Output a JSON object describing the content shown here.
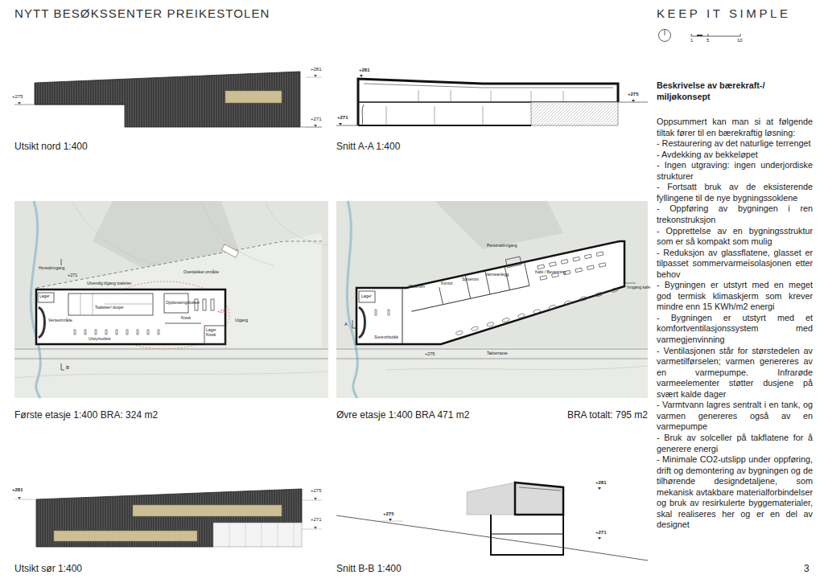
{
  "diagram": {
    "title": "NYTT BESØKSSENTER PREIKESTOLEN",
    "labels": [
      "KEEP IT SIMPLE",
      "1",
      "5",
      "10",
      "+281",
      "+275",
      "+271",
      "Utsikt nord 1:400",
      "+281",
      "+275",
      "+271",
      "Snitt A-A 1:400",
      "Beskrivelse av bærekraft-/ miljøkonsept",
      "Oppsummert kan man si at følgende tiltak fører til en bærekraftig løsning:",
      "- Restaurering av det naturlige terrenget",
      "- Avdekking av bekkeløpet",
      "- Ingen utgraving: ingen underjordiske strukturer",
      "- Fortsatt bruk av de eksisterende fyllingene til de nye bygningssoklene",
      "- Oppføring av bygningen i ren trekonstruksjon",
      "- Opprettelse av en bygningsstruktur som er så kompakt som mulig",
      "- Reduksjon av glassflatene, glasset er tilpasset sommervarmeisolasjonen etter behov",
      "- Bygningen er utstyrt med en meget god termisk klimaskjerm som krever mindre enn 15 KWh/m2 energi",
      "- Bygningen er utstyrt med et komfortventilasjonssystem med varmegjenvinning",
      "- Ventilasjonen står for størstedelen av varmetilførselen; varmen genereres av en varmepumpe. Infrarøde varmeelementer støtter dusjene på svært kalde dager",
      "- Varmtvann lagres sentralt i en tank, og varmen genereres også av en varmepumpe",
      "- Bruk av solceller på takflatene for å generere energi",
      "- Minimale CO2-utslipp under oppføring, drift og demontering av bygningen og de tilhørende designdetaljene, som mekanisk avtakbare materialforbindelser og bruk av resirkulerte byggematerialer, skal realiseres her og er en del av designet",
      "3",
      "Hovedinngang",
      "+271",
      "Overdekket område",
      "Utvendig tilgang toaletter",
      "Lager",
      "Toaletter/ dusjer",
      "Oppbevaringsbokser",
      "Kiosk",
      "Lager Kiosk",
      "+271",
      "Utgang",
      "Utstyrsutleie",
      "Venteområde",
      "B",
      "Første etasje 1:400 BRA: 324 m2",
      "Personalinngang",
      "Møterom",
      "Kontor",
      "Spiserom",
      "Varmeanlegg",
      "Kafé / Bevertning",
      "Lager",
      "Suvenirbutikk",
      "Inngang kafé",
      "+275",
      "Takterrasse",
      "A",
      "Øvre etasje 1:400 BRA 471 m2",
      "BRA totalt: 795 m2",
      "+281",
      "+275",
      "+271",
      "Utsikt sør 1:400",
      "+275",
      "+281",
      "+271",
      "Snitt B-B 1:400"
    ]
  }
}
